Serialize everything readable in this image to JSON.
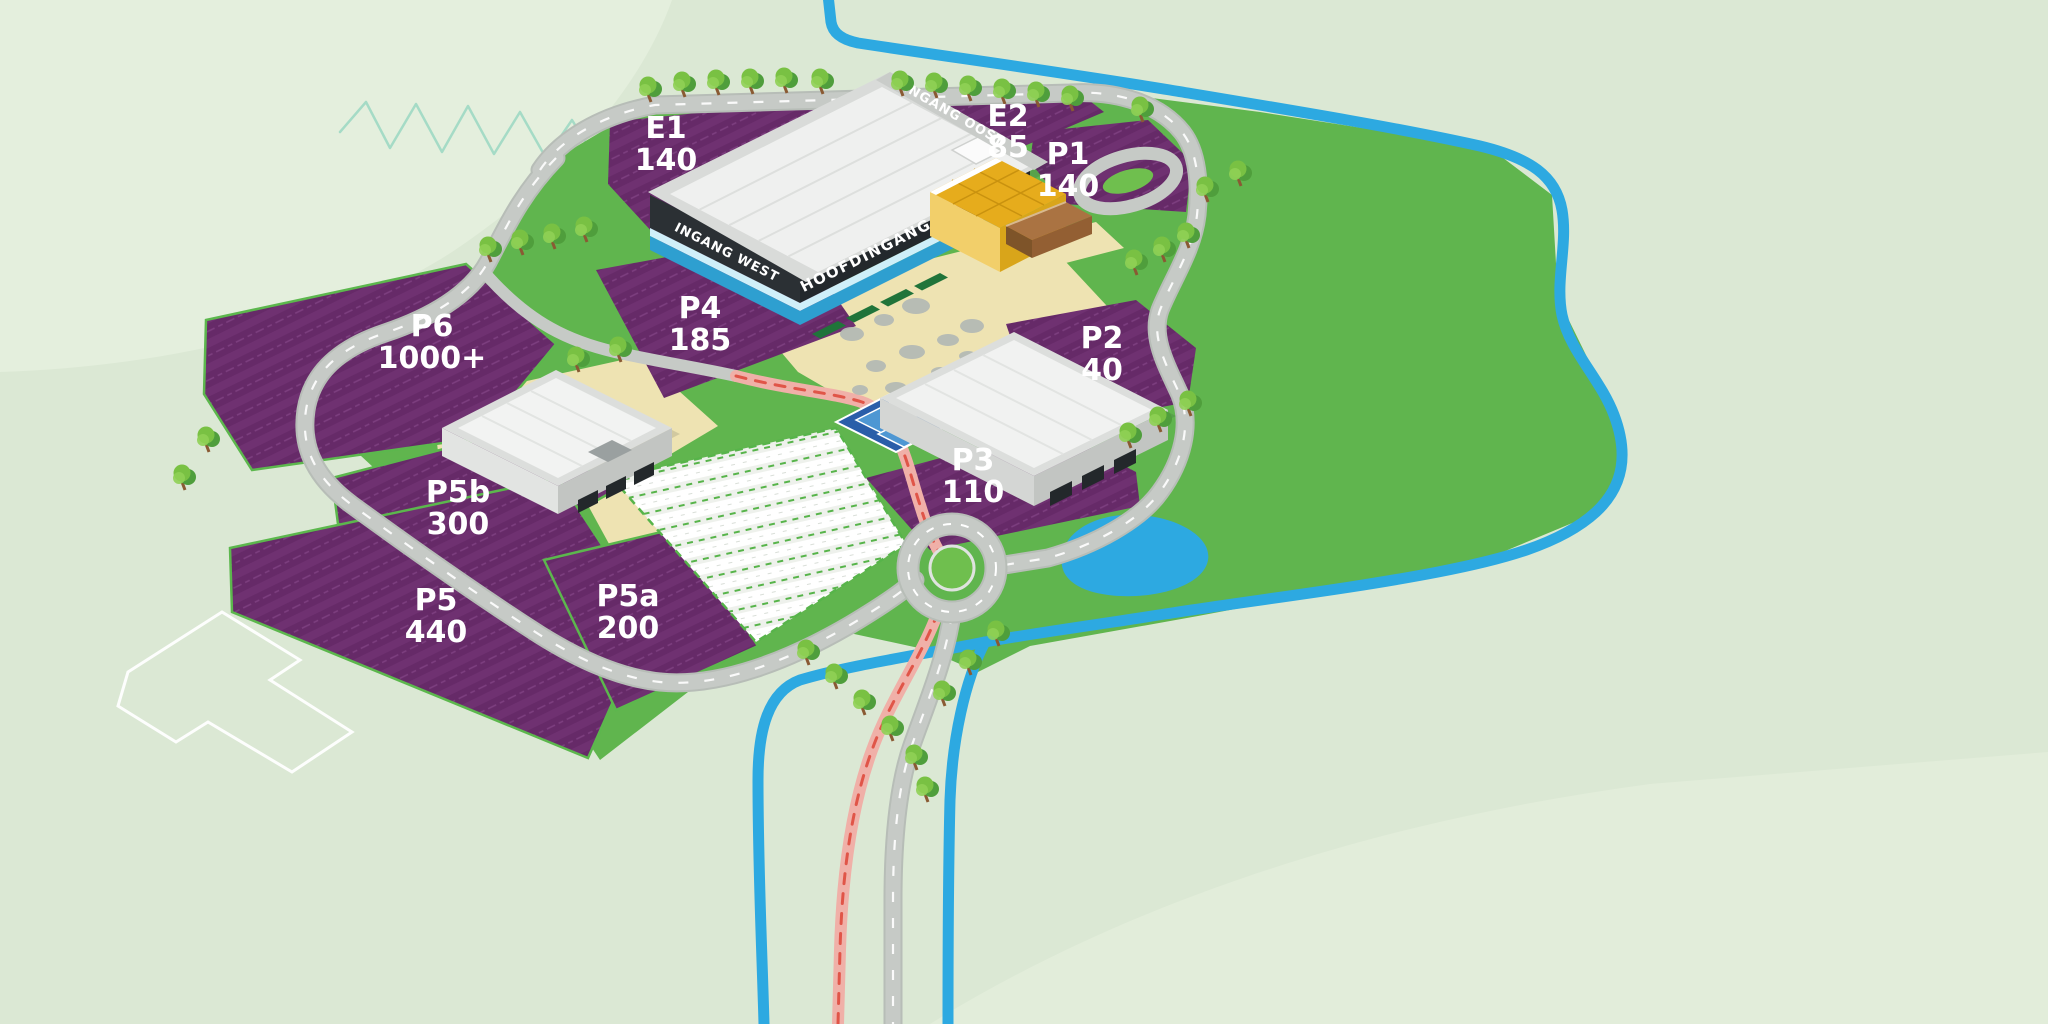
{
  "map": {
    "lots": [
      {
        "id": "e1",
        "label": "E1",
        "capacity": "140"
      },
      {
        "id": "e2",
        "label": "E2",
        "capacity": "85"
      },
      {
        "id": "p1",
        "label": "P1",
        "capacity": "140"
      },
      {
        "id": "p2",
        "label": "P2",
        "capacity": "40"
      },
      {
        "id": "p3",
        "label": "P3",
        "capacity": "110"
      },
      {
        "id": "p4",
        "label": "P4",
        "capacity": "185"
      },
      {
        "id": "p5",
        "label": "P5",
        "capacity": "440"
      },
      {
        "id": "p5a",
        "label": "P5a",
        "capacity": "200"
      },
      {
        "id": "p5b",
        "label": "P5b",
        "capacity": "300"
      },
      {
        "id": "p6",
        "label": "P6",
        "capacity": "1000+"
      }
    ],
    "entrances": {
      "main": "HOOFDINGANG",
      "west": "INGANG WEST",
      "east": "INGANG OOST"
    },
    "colors": {
      "parking_purple": "#662a68",
      "water_blue": "#2da9e1",
      "grass_green": "#60b54e",
      "road_gray": "#c6cac6",
      "plaza_sand": "#eee3b2",
      "building_yellow": "#e6ac1c",
      "route_red": "#e05548",
      "background": "#dbe8d4"
    }
  }
}
